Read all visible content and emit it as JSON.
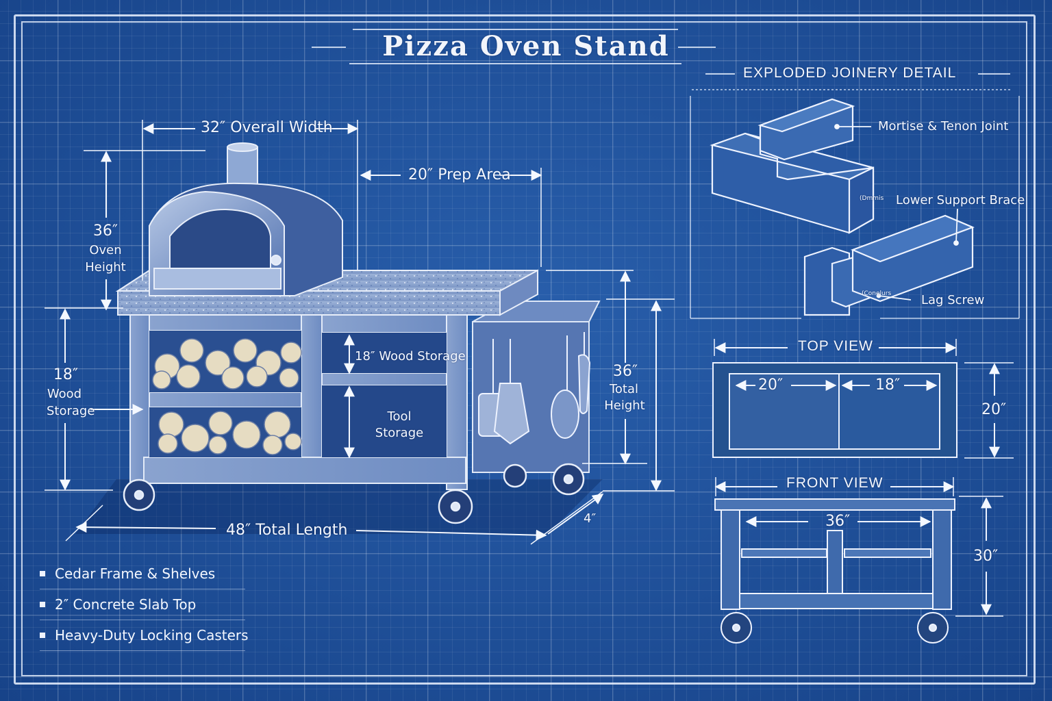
{
  "title": {
    "text": "Pizza Oven Stand"
  },
  "main_view": {
    "overall_width": "32″ Overall Width",
    "prep_area": "20″ Prep Area",
    "oven_height_value": "36″",
    "oven_height_line1": "Oven",
    "oven_height_line2": "Height",
    "wood_storage_value": "18″",
    "wood_storage_line1": "Wood",
    "wood_storage_line2": "Storage",
    "inner_wood_storage": "18″ Wood Storage",
    "tool_storage_line1": "Tool",
    "tool_storage_line2": "Storage",
    "total_height_value": "36″",
    "total_height_line1": "Total",
    "total_height_line2": "Height",
    "total_length": "48″ Total Length",
    "caster_offset": "4″"
  },
  "notes": [
    {
      "text": "Cedar Frame & Shelves"
    },
    {
      "text": "2″ Concrete Slab Top"
    },
    {
      "text": "Heavy-Duty Locking Casters"
    }
  ],
  "joinery": {
    "heading": "EXPLODED JOINERY DETAIL",
    "callouts": [
      {
        "text": "Mortise & Tenon Joint"
      },
      {
        "text": "Lower Support Brace"
      },
      {
        "text": "Lag Screw"
      }
    ],
    "small_tags": [
      "(Dmmis",
      "(Conelurs"
    ]
  },
  "top_view": {
    "heading": "TOP VIEW",
    "left_width": "20″",
    "right_width": "18″",
    "depth": "20″"
  },
  "front_view": {
    "heading": "FRONT VIEW",
    "inner_width": "36″",
    "height": "30″"
  },
  "colors": {
    "paper": "#1e519c",
    "ink": "#f4f8ff",
    "wood": "#9fb3d6",
    "logs": "#e8dcc0"
  }
}
